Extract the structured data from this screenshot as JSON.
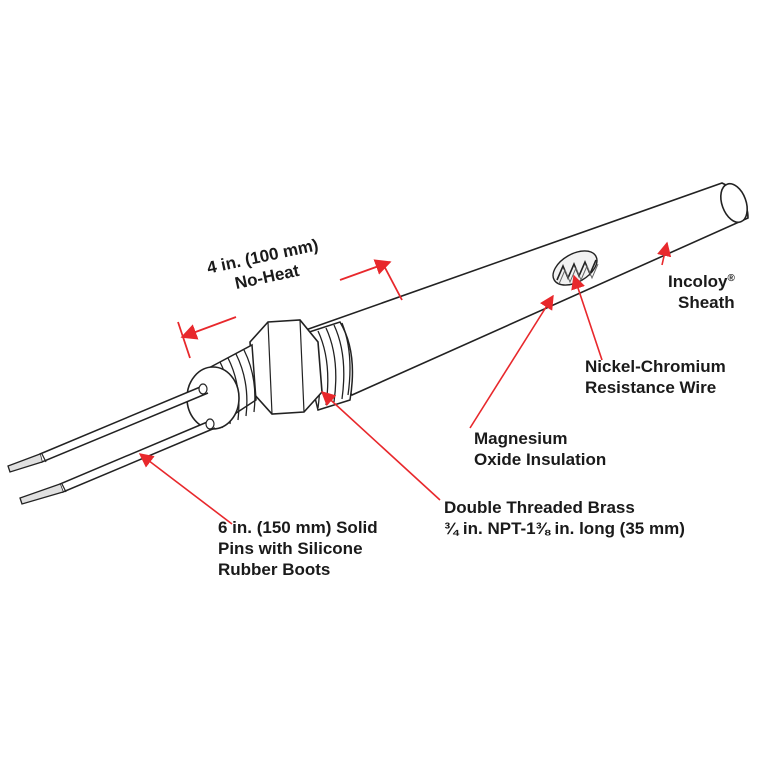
{
  "colors": {
    "callout": "#e8282c",
    "outline": "#222222",
    "body_fill": "#ffffff",
    "text": "#1a1a1a"
  },
  "labels": {
    "no_heat": {
      "line1": "4 in. (100 mm)",
      "line2": "No-Heat"
    },
    "sheath": {
      "line1": "Incoloy",
      "line1_sup": "®",
      "line2": "Sheath"
    },
    "resistance_wire": {
      "line1": "Nickel-Chromium",
      "line2": "Resistance Wire"
    },
    "insulation": {
      "line1": "Magnesium",
      "line2": "Oxide Insulation"
    },
    "fitting": {
      "line1": "Double Threaded Brass",
      "line2": "¾ in. NPT-1⅜ in. long (35 mm)"
    },
    "pins": {
      "line1": "6 in. (150 mm) Solid",
      "line2": "Pins with Silicone",
      "line3": "Rubber Boots"
    }
  }
}
